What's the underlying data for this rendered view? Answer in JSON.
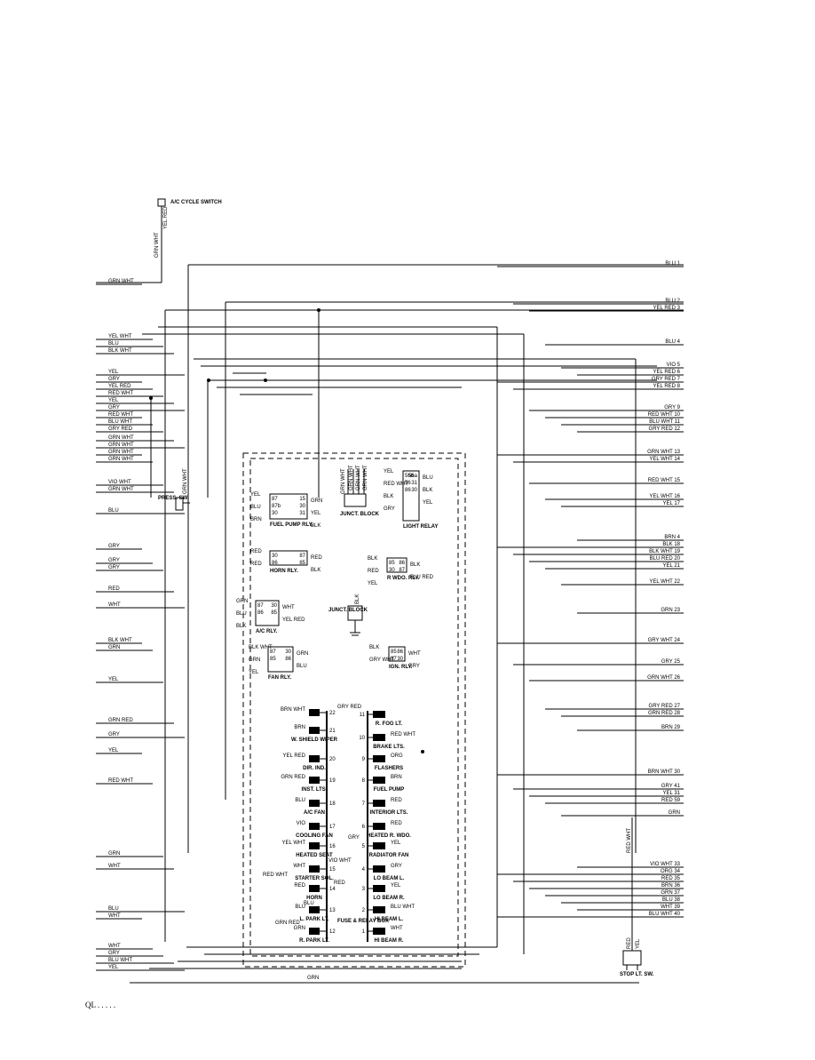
{
  "page_id": "QL . . . . .",
  "ac_cycle_switch": {
    "label": "A/C CYCLE SWITCH",
    "wires": [
      "YEL RED",
      "GRN WHT"
    ]
  },
  "left_wires": [
    "GRN WHT",
    "YEL WHT",
    "BLU",
    "BLK WHT",
    "YEL",
    "GRY",
    "YEL RED",
    "RED WHT",
    "YEL",
    "GRY",
    "RED WHT",
    "BLU WHT",
    "GRY RED",
    "GRN WHT",
    "GRN WHT",
    "GRN WHT",
    "GRN WHT",
    "VIO WHT",
    "GRN WHT",
    "BLU",
    "GRY",
    "GRY",
    "GRY",
    "RED",
    "WHT",
    "BLK WHT",
    "GRN",
    "YEL",
    "GRN RED",
    "GRY",
    "YEL",
    "RED WHT",
    "GRN",
    "WHT",
    "BLU",
    "WHT",
    "WHT",
    "GRY",
    "BLU WHT",
    "YEL"
  ],
  "right_wires": [
    "BLU 1",
    "BLU 2",
    "YEL RED 3",
    "BLU 4",
    "VIO 5",
    "YEL RED 6",
    "GRY RED 7",
    "YEL RED 8",
    "GRY 9",
    "RED WHT 10",
    "BLU WHT 11",
    "GRY RED 12",
    "GRN WHT 13",
    "YEL WHT 14",
    "RED WHT 15",
    "YEL WHT 16",
    "YEL 17",
    "BRN 4",
    "BLK 18",
    "BLK WHT 19",
    "BLU RED 20",
    "YEL 21",
    "YEL WHT 22",
    "GRN 23",
    "GRY WHT 24",
    "GRY 25",
    "GRN WHT 26",
    "GRY RED 27",
    "GRN RED 28",
    "BRN 29",
    "BRN WHT 30",
    "GRY 41",
    "YEL 31",
    "RED 59",
    "GRN",
    "VIO WHT 33",
    "ORG 34",
    "RED 35",
    "BRN 36",
    "GRN 37",
    "BLU 38",
    "WHT 39",
    "BLU WHT 40"
  ],
  "relays": {
    "fuel_pump": {
      "label": "FUEL PUMP RLY.",
      "wires": [
        "YEL",
        "GRN",
        "BLU",
        "YEL",
        "BRN",
        "BLK"
      ],
      "pins": [
        "87",
        "15",
        "87b",
        "30",
        "30",
        "31"
      ]
    },
    "horn": {
      "label": "HORN RLY.",
      "wires": [
        "RED",
        "RED",
        "RED",
        "BLK"
      ],
      "pins": [
        "30",
        "87",
        "86",
        "85"
      ]
    },
    "ac": {
      "label": "A/C RLY.",
      "wires": [
        "GRN",
        "WHT",
        "BLU",
        "YEL RED",
        "BLK"
      ],
      "pins": [
        "87",
        "30",
        "86",
        "85"
      ]
    },
    "fan": {
      "label": "FAN RLY.",
      "wires": [
        "BLK WHT",
        "GRN",
        "GRN",
        "BLU",
        "YEL"
      ],
      "pins": [
        "87",
        "30",
        "85",
        "86"
      ]
    },
    "light": {
      "label": "LIGHT RELAY",
      "wires": [
        "YEL",
        "BLU",
        "RED WHT",
        "BLK",
        "BLK",
        "YEL",
        "GRY"
      ],
      "pins": [
        "56b",
        "56a",
        "56",
        "31",
        "86",
        "30"
      ]
    },
    "r_wdo": {
      "label": "R WDO. RLY.",
      "wires": [
        "BLK",
        "BLK",
        "RED",
        "BLU RED",
        "YEL"
      ],
      "pins": [
        "85",
        "86",
        "30",
        "87"
      ]
    },
    "ign": {
      "label": "IGN. RLY.",
      "wires": [
        "BLK",
        "WHT",
        "GRY WHT",
        "GRY"
      ],
      "pins": [
        "85",
        "86",
        "87",
        "30"
      ]
    }
  },
  "blocks": {
    "junct_block_top": {
      "label": "JUNCT. BLOCK",
      "wires": [
        "GRN WHT",
        "GRN WHT",
        "GRN WHT",
        "GRN WHT"
      ]
    },
    "junct_block_mid": {
      "label": "JUNCT. BLOCK",
      "wires": [
        "BLK"
      ]
    },
    "press_sw": {
      "label": "PRESS. SW.",
      "wires": [
        "GRN WHT"
      ]
    }
  },
  "fuse_box": {
    "label": "FUSE & RELAY BOX",
    "left": [
      {
        "num": "22",
        "name": "",
        "wire": "BRN WHT"
      },
      {
        "num": "21",
        "name": "W. SHIELD WIPER",
        "wire": "BRN"
      },
      {
        "num": "20",
        "name": "DIR. IND.",
        "wire": "YEL RED"
      },
      {
        "num": "19",
        "name": "INST. LTS.",
        "wire": "GRN RED"
      },
      {
        "num": "18",
        "name": "A/C FAN",
        "wire": "BLU"
      },
      {
        "num": "17",
        "name": "COOLING FAN",
        "wire": "VIO"
      },
      {
        "num": "16",
        "name": "HEATED SEAT",
        "wire": "YEL WHT"
      },
      {
        "num": "15",
        "name": "STARTER SOL.",
        "wire": "WHT"
      },
      {
        "num": "14",
        "name": "HORN",
        "wire": "RED"
      },
      {
        "num": "13",
        "name": "L. PARK LT.",
        "wire": "BLU"
      },
      {
        "num": "12",
        "name": "R. PARK LT.",
        "wire": "GRN"
      }
    ],
    "right": [
      {
        "num": "11",
        "name": "R. FOG LT.",
        "wire": ""
      },
      {
        "num": "10",
        "name": "BRAKE LTS.",
        "wire": "RED WHT"
      },
      {
        "num": "9",
        "name": "FLASHERS",
        "wire": "ORG"
      },
      {
        "num": "8",
        "name": "FUEL PUMP",
        "wire": "BRN"
      },
      {
        "num": "7",
        "name": "INTERIOR LTS.",
        "wire": "RED"
      },
      {
        "num": "6",
        "name": "HEATED R. WDO.",
        "wire": "RED"
      },
      {
        "num": "5",
        "name": "RADIATOR FAN",
        "wire": "YEL"
      },
      {
        "num": "4",
        "name": "LO BEAM L.",
        "wire": "GRY"
      },
      {
        "num": "3",
        "name": "LO BEAM R.",
        "wire": "YEL"
      },
      {
        "num": "2",
        "name": "HI BEAM L.",
        "wire": "BLU WHT"
      },
      {
        "num": "1",
        "name": "HI BEAM R.",
        "wire": "WHT"
      }
    ]
  },
  "misc_wires": {
    "grn_bottom": "GRN",
    "red_wht_vertical": "RED WHT",
    "gry_red": "GRY RED",
    "vio_wht": "VIO WHT",
    "red_mid": "RED",
    "gry_mid": "GRY",
    "grn_red": "GRN RED",
    "red_wht_mid": "RED WHT",
    "blu_mid": "BLU"
  },
  "stop_lt_sw": {
    "label": "STOP LT. SW.",
    "wires": [
      "RED",
      "YEL"
    ]
  }
}
